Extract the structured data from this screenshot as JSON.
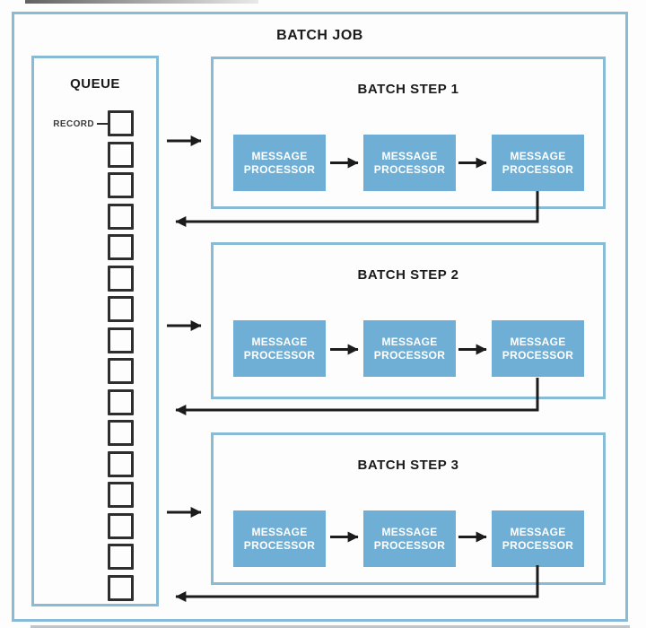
{
  "batch_job": {
    "title": "BATCH JOB"
  },
  "queue": {
    "title": "QUEUE",
    "record_label": "RECORD",
    "record_count": 16
  },
  "steps": [
    {
      "title": "BATCH STEP 1",
      "processors": [
        "MESSAGE PROCESSOR",
        "MESSAGE PROCESSOR",
        "MESSAGE PROCESSOR"
      ]
    },
    {
      "title": "BATCH STEP 2",
      "processors": [
        "MESSAGE PROCESSOR",
        "MESSAGE PROCESSOR",
        "MESSAGE PROCESSOR"
      ]
    },
    {
      "title": "BATCH STEP 3",
      "processors": [
        "MESSAGE PROCESSOR",
        "MESSAGE PROCESSOR",
        "MESSAGE PROCESSOR"
      ]
    }
  ],
  "colors": {
    "box_border_blue": "#87BBD6",
    "processor_fill": "#6FAFD5",
    "processor_text": "#FFFFFF",
    "arrow_black": "#1C1C1C",
    "record_border": "#2E2E2E",
    "title_text": "#1A1A1A",
    "background": "#FDFDFD"
  }
}
